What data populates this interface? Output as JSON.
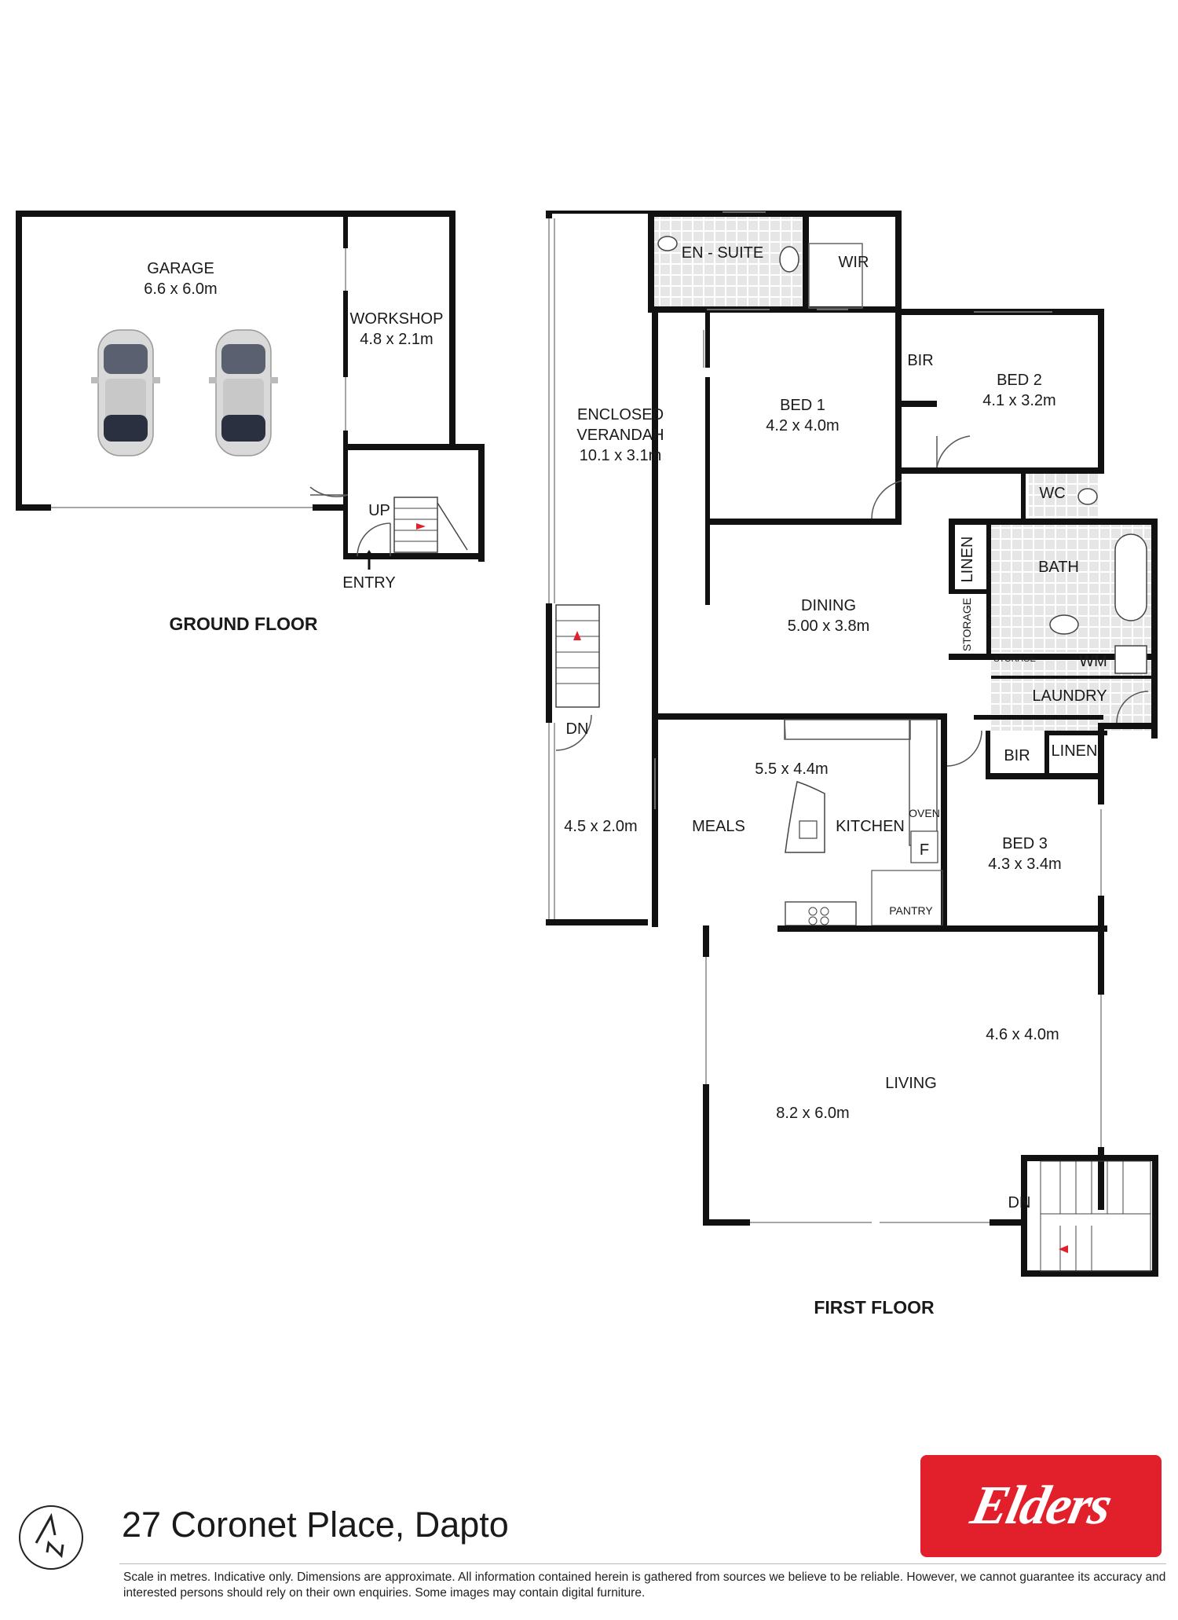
{
  "rooms": {
    "garage": {
      "name": "GARAGE",
      "size": "6.6 x 6.0m"
    },
    "workshop": {
      "name": "WORKSHOP",
      "size": "4.8 x 2.1m"
    },
    "up": "UP",
    "entry": "ENTRY",
    "ensuite": "EN - SUITE",
    "wir": "WIR",
    "verandah": {
      "name1": "ENCLOSED",
      "name2": "VERANDAH",
      "size": "10.1 x 3.1m"
    },
    "bed1": {
      "name": "BED 1",
      "size": "4.2 x 4.0m"
    },
    "bir1": "BIR",
    "bed2": {
      "name": "BED 2",
      "size": "4.1 x 3.2m"
    },
    "wc": "WC",
    "linen1": "LINEN",
    "bath": "BATH",
    "storage1": "STORAGE",
    "dining": {
      "name": "DINING",
      "size": "5.00 x 3.8m"
    },
    "storage2": "STORAGE",
    "wm": "WM",
    "laundry": "LAUNDRY",
    "bir2": "BIR",
    "linen2": "LINEN",
    "dn1": "DN",
    "deck_size": "4.5 x 2.0m",
    "meals": "MEALS",
    "kitchen": {
      "name": "KITCHEN",
      "size": "5.5 x 4.4m"
    },
    "oven": "OVEN",
    "fridge": "F",
    "pantry": "PANTRY",
    "bed3": {
      "name": "BED 3",
      "size": "4.3 x 3.4m"
    },
    "living": {
      "name": "LIVING",
      "size": "8.2 x 6.0m",
      "size2": "4.6 x 4.0m"
    },
    "dn2": "DN"
  },
  "floors": {
    "ground": "GROUND FLOOR",
    "first": "FIRST FLOOR"
  },
  "footer": {
    "address": "27 Coronet Place, Dapto",
    "disclaimer": "Scale in metres. Indicative only. Dimensions are approximate. All information contained herein is gathered from sources we believe to be reliable. However, we cannot guarantee its accuracy and interested persons should rely on their own enquiries. Some images may contain digital furniture.",
    "logo": "Elders"
  },
  "colors": {
    "brand_red": "#e2202c",
    "wall": "#111111",
    "tile": "#eeeeee"
  },
  "icons": [
    "compass-north-icon",
    "entry-arrow-icon",
    "car-icon"
  ]
}
